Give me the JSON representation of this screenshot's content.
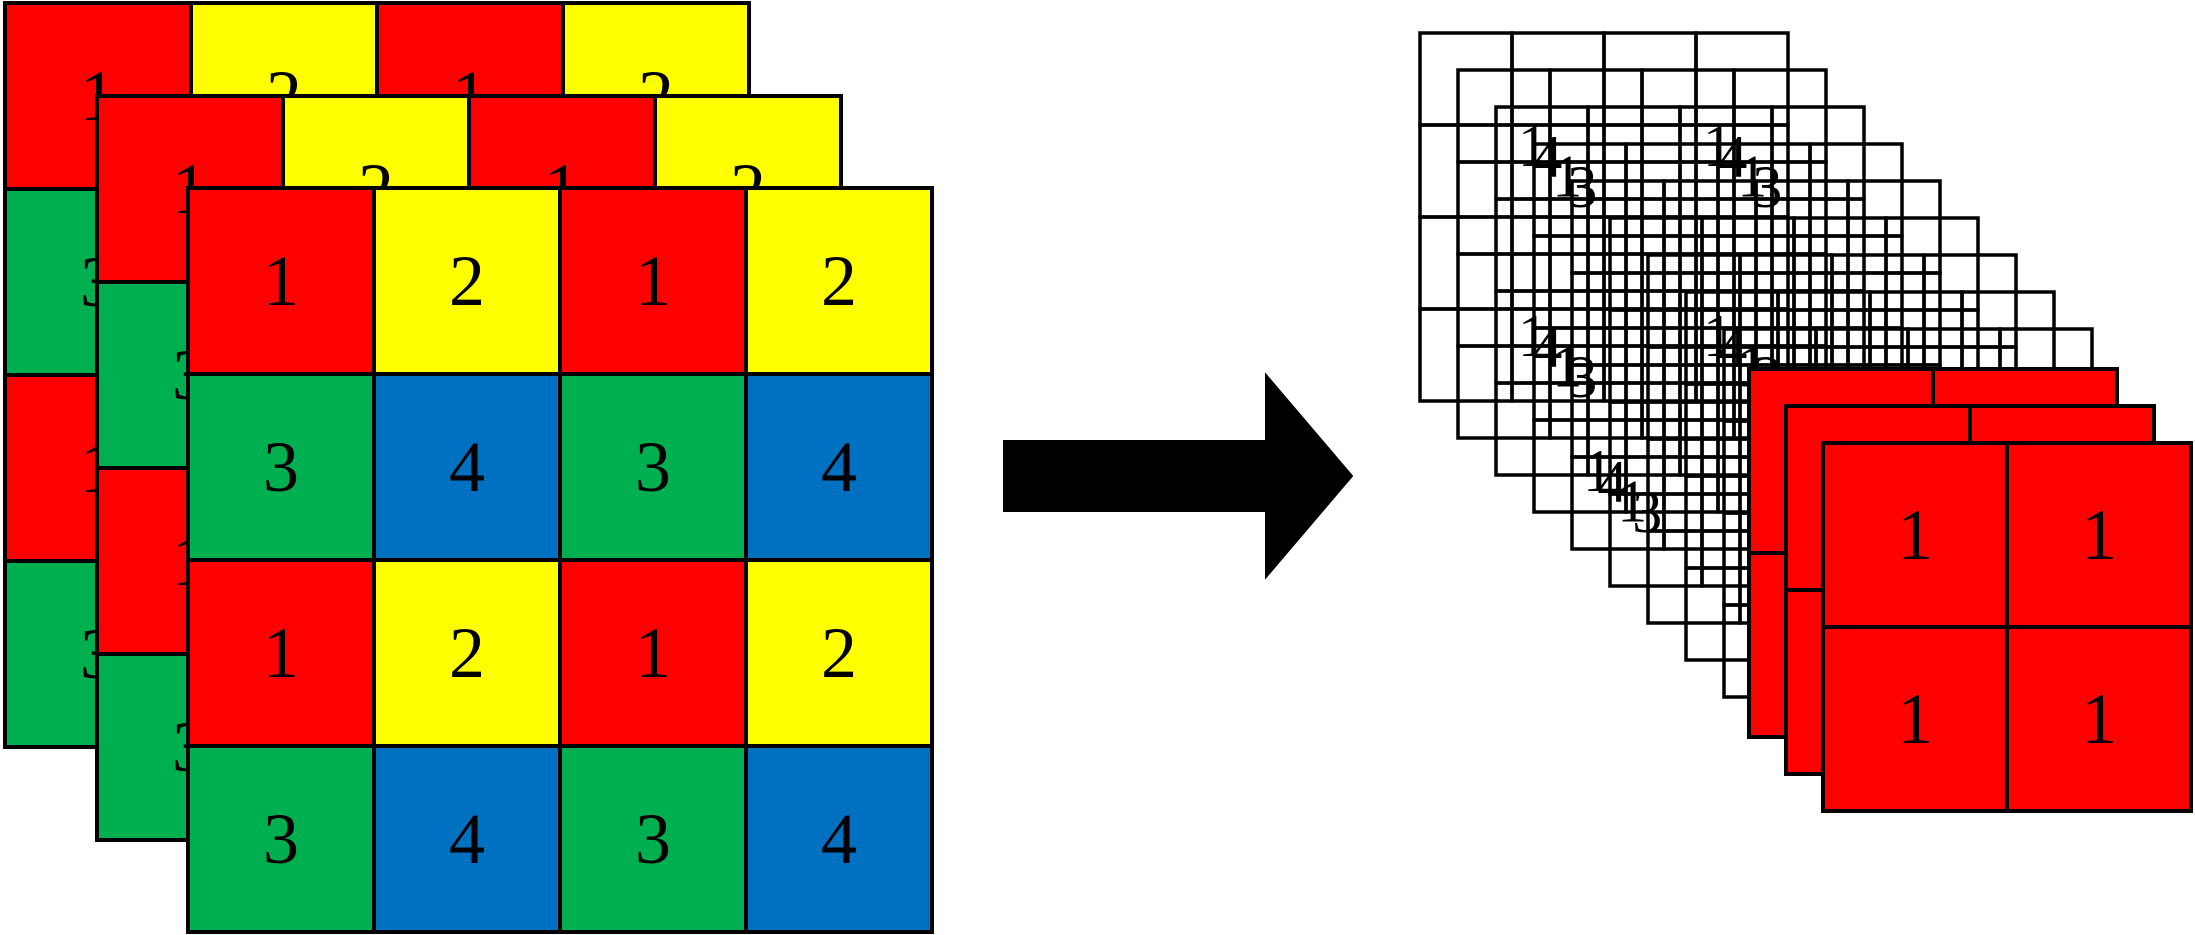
{
  "colors": {
    "red": "#FF0000",
    "yellow": "#FFFF00",
    "green": "#00B050",
    "blue": "#0070C0",
    "stroke": "#000000",
    "background": "#FFFFFF",
    "arrow": "#000000"
  },
  "left_stack": {
    "layer_count": 3,
    "grid": [
      [
        "1",
        "2",
        "1",
        "2"
      ],
      [
        "3",
        "4",
        "3",
        "4"
      ],
      [
        "1",
        "2",
        "1",
        "2"
      ],
      [
        "3",
        "4",
        "3",
        "4"
      ]
    ],
    "label_colors": {
      "1": "red",
      "2": "yellow",
      "3": "green",
      "4": "blue"
    }
  },
  "arrow": {
    "direction": "right",
    "icon": "right-arrow-icon"
  },
  "right_group": {
    "outline_grids": {
      "count": 9,
      "rows": 4,
      "cols": 4,
      "labels": [
        "1",
        "4",
        "1",
        "3"
      ]
    },
    "red_stack": {
      "layer_count": 3,
      "grid": [
        [
          "1",
          "1"
        ],
        [
          "1",
          "1"
        ]
      ]
    }
  }
}
